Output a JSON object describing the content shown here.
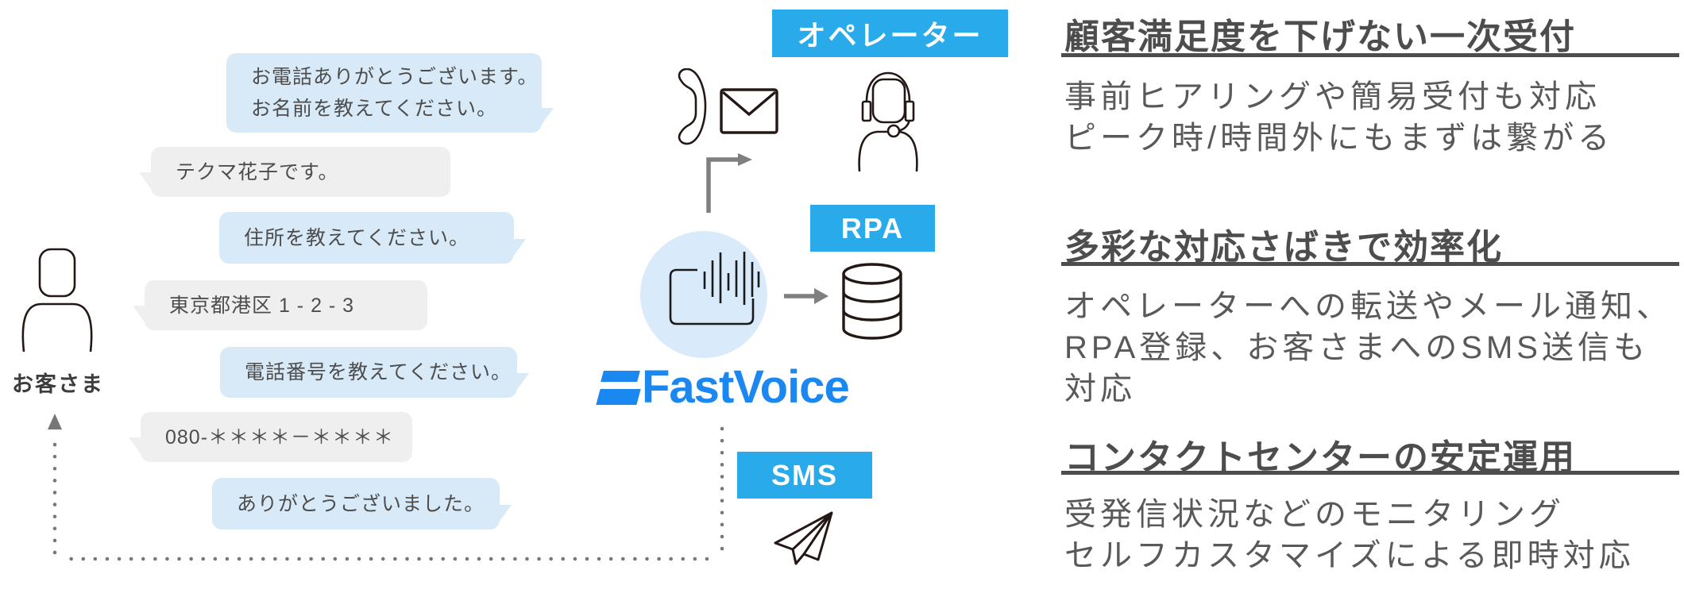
{
  "colors": {
    "badge_blue": "#29aaea",
    "logo_blue": "#1b87f0",
    "bubble_blue": "#d8eaf8",
    "bubble_gray": "#efefef",
    "circle_blue": "#d9eafa",
    "heading_gray": "#4d4d4d",
    "body_gray": "#595959",
    "icon_stroke": "#231815",
    "arrow_gray": "#7f7f7f"
  },
  "customer": {
    "label": "お客さま"
  },
  "chat": {
    "messages": [
      {
        "from": "bot",
        "text": "お電話ありがとうございます。\nお名前を教えてください。"
      },
      {
        "from": "customer",
        "text": "テクマ花子です。"
      },
      {
        "from": "bot",
        "text": "住所を教えてください。"
      },
      {
        "from": "customer",
        "text": "東京都港区 1 - 2 - 3"
      },
      {
        "from": "bot",
        "text": "電話番号を教えてください。"
      },
      {
        "from": "customer",
        "text": "080-＊＊＊＊－＊＊＊＊"
      },
      {
        "from": "bot",
        "text": "ありがとうございました。"
      }
    ]
  },
  "flow": {
    "operator_label": "オペレーター",
    "rpa_label": "RPA",
    "sms_label": "SMS",
    "logo_text": "FastVoice",
    "icons": [
      "phone-icon",
      "mail-icon",
      "operator-headset-icon",
      "voicebot-icon",
      "database-icon",
      "paper-plane-icon"
    ]
  },
  "features": [
    {
      "title": "顧客満足度を下げない一次受付",
      "body": "事前ヒアリングや簡易受付も対応\nピーク時/時間外にもまずは繋がる"
    },
    {
      "title": "多彩な対応さばきで効率化",
      "body": "オペレーターへの転送やメール通知、\nRPA登録、お客さまへのSMS送信も対応"
    },
    {
      "title": "コンタクトセンターの安定運用",
      "body": "受発信状況などのモニタリング\nセルフカスタマイズによる即時対応"
    }
  ]
}
